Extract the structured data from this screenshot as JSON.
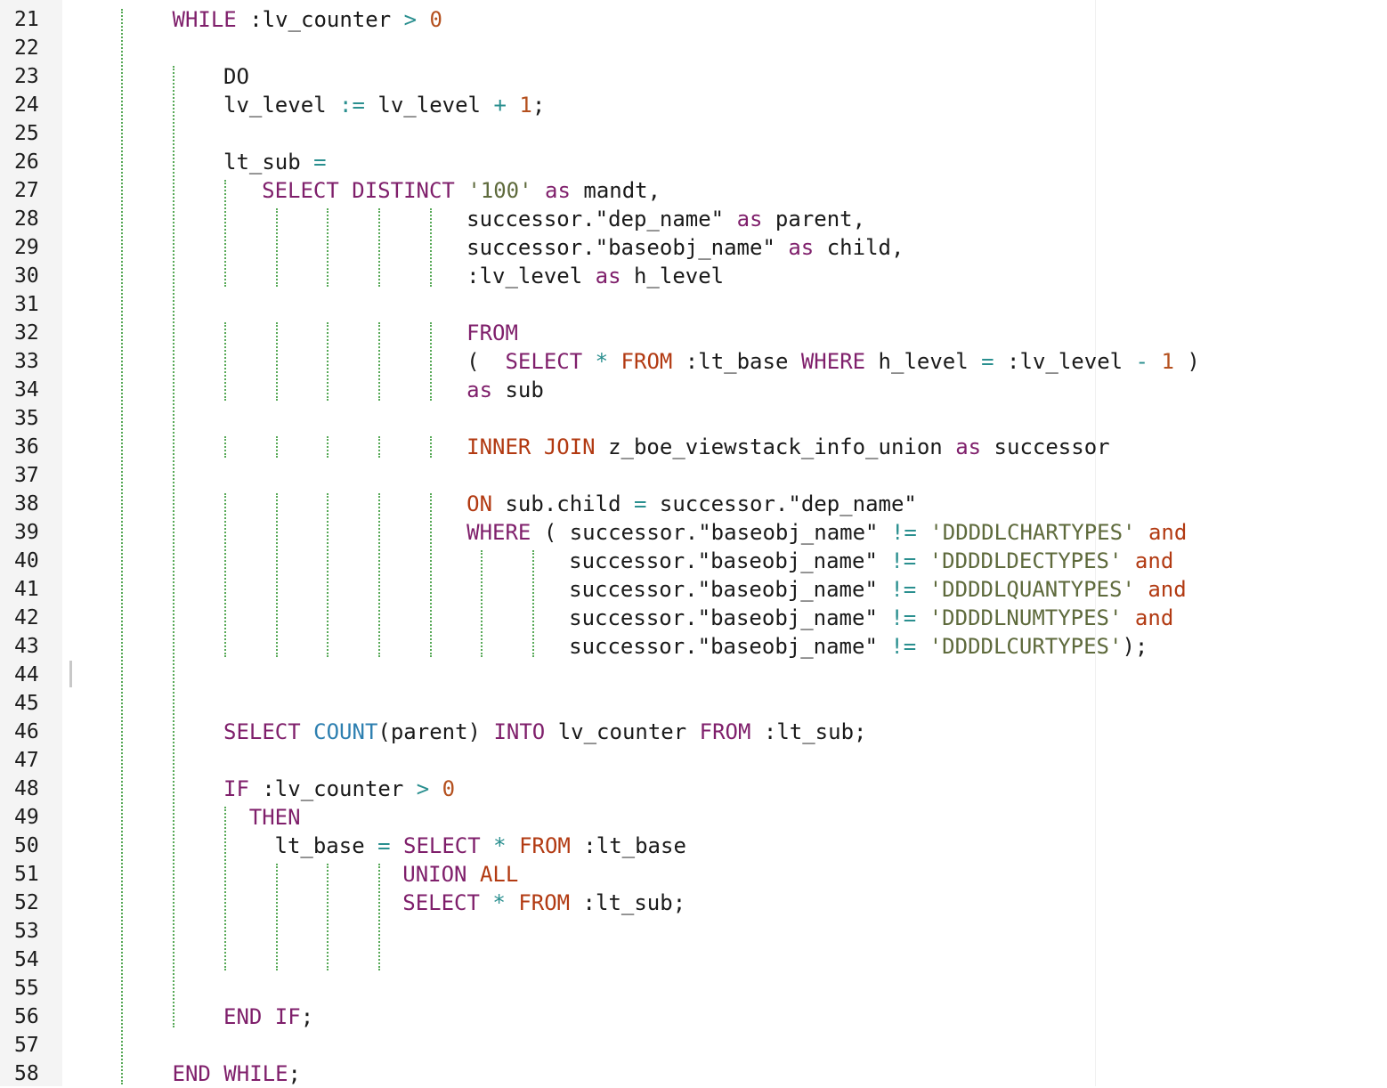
{
  "editor": {
    "lines": [
      {
        "n": "21",
        "indent": 1,
        "guides": [],
        "tokens": [
          [
            "kw",
            "WHILE"
          ],
          [
            "p",
            " :lv_counter "
          ],
          [
            "op",
            ">"
          ],
          [
            "p",
            " "
          ],
          [
            "num",
            "0"
          ]
        ]
      },
      {
        "n": "22",
        "indent": 0,
        "guides": [],
        "tokens": []
      },
      {
        "n": "23",
        "indent": 2,
        "guides": [],
        "tokens": [
          [
            "p",
            "DO"
          ]
        ]
      },
      {
        "n": "24",
        "indent": 2,
        "guides": [],
        "tokens": [
          [
            "p",
            "lv_level "
          ],
          [
            "op",
            ":="
          ],
          [
            "p",
            " lv_level "
          ],
          [
            "op",
            "+"
          ],
          [
            "p",
            " "
          ],
          [
            "num",
            "1"
          ],
          [
            "p",
            ";"
          ]
        ]
      },
      {
        "n": "25",
        "indent": 0,
        "guides": [],
        "tokens": []
      },
      {
        "n": "26",
        "indent": 2,
        "guides": [],
        "tokens": [
          [
            "p",
            "lt_sub "
          ],
          [
            "op",
            "="
          ]
        ]
      },
      {
        "n": "27",
        "indent": 2.75,
        "guides": [],
        "tokens": [
          [
            "kw",
            "SELECT DISTINCT"
          ],
          [
            "p",
            " "
          ],
          [
            "str",
            "'100'"
          ],
          [
            "p",
            " "
          ],
          [
            "kw",
            "as"
          ],
          [
            "p",
            " mandt,"
          ]
        ]
      },
      {
        "n": "28",
        "indent": 6.75,
        "guides": [],
        "tokens": [
          [
            "p",
            "successor.\"dep_name\" "
          ],
          [
            "kw",
            "as"
          ],
          [
            "p",
            " parent,"
          ]
        ]
      },
      {
        "n": "29",
        "indent": 6.75,
        "guides": [],
        "tokens": [
          [
            "p",
            "successor.\"baseobj_name\" "
          ],
          [
            "kw",
            "as"
          ],
          [
            "p",
            " child,"
          ]
        ]
      },
      {
        "n": "30",
        "indent": 6.75,
        "guides": [],
        "tokens": [
          [
            "p",
            ":lv_level "
          ],
          [
            "kw",
            "as"
          ],
          [
            "p",
            " h_level"
          ]
        ]
      },
      {
        "n": "31",
        "indent": 0,
        "guides": [],
        "tokens": []
      },
      {
        "n": "32",
        "indent": 6.75,
        "guides": [],
        "tokens": [
          [
            "kw",
            "FROM"
          ]
        ]
      },
      {
        "n": "33",
        "indent": 6.75,
        "guides": [],
        "tokens": [
          [
            "p",
            "(  "
          ],
          [
            "kw",
            "SELECT"
          ],
          [
            "p",
            " "
          ],
          [
            "op",
            "*"
          ],
          [
            "p",
            " "
          ],
          [
            "ka",
            "FROM"
          ],
          [
            "p",
            " :lt_base "
          ],
          [
            "kw",
            "WHERE"
          ],
          [
            "p",
            " h_level "
          ],
          [
            "op",
            "="
          ],
          [
            "p",
            " :lv_level "
          ],
          [
            "op",
            "-"
          ],
          [
            "p",
            " "
          ],
          [
            "num",
            "1"
          ],
          [
            "p",
            " )"
          ]
        ]
      },
      {
        "n": "34",
        "indent": 6.75,
        "guides": [],
        "tokens": [
          [
            "kw",
            "as"
          ],
          [
            "p",
            " sub"
          ]
        ]
      },
      {
        "n": "35",
        "indent": 0,
        "guides": [],
        "tokens": []
      },
      {
        "n": "36",
        "indent": 6.75,
        "guides": [],
        "tokens": [
          [
            "ka",
            "INNER JOIN"
          ],
          [
            "p",
            " z_boe_viewstack_info_union "
          ],
          [
            "kw",
            "as"
          ],
          [
            "p",
            " successor"
          ]
        ]
      },
      {
        "n": "37",
        "indent": 0,
        "guides": [],
        "tokens": []
      },
      {
        "n": "38",
        "indent": 6.75,
        "guides": [],
        "tokens": [
          [
            "ka",
            "ON"
          ],
          [
            "p",
            " sub.child "
          ],
          [
            "op",
            "="
          ],
          [
            "p",
            " successor.\"dep_name\""
          ]
        ]
      },
      {
        "n": "39",
        "indent": 6.75,
        "guides": [],
        "tokens": [
          [
            "kw",
            "WHERE"
          ],
          [
            "p",
            " ( successor.\"baseobj_name\" "
          ],
          [
            "op",
            "!="
          ],
          [
            "p",
            " "
          ],
          [
            "str",
            "'DDDDLCHARTYPES'"
          ],
          [
            "p",
            " "
          ],
          [
            "ka",
            "and"
          ]
        ]
      },
      {
        "n": "40",
        "indent": 8.75,
        "guides": [],
        "tokens": [
          [
            "p",
            "successor.\"baseobj_name\" "
          ],
          [
            "op",
            "!="
          ],
          [
            "p",
            " "
          ],
          [
            "str",
            "'DDDDLDECTYPES'"
          ],
          [
            "p",
            " "
          ],
          [
            "ka",
            "and"
          ]
        ]
      },
      {
        "n": "41",
        "indent": 8.75,
        "guides": [],
        "tokens": [
          [
            "p",
            "successor.\"baseobj_name\" "
          ],
          [
            "op",
            "!="
          ],
          [
            "p",
            " "
          ],
          [
            "str",
            "'DDDDLQUANTYPES'"
          ],
          [
            "p",
            " "
          ],
          [
            "ka",
            "and"
          ]
        ]
      },
      {
        "n": "42",
        "indent": 8.75,
        "guides": [],
        "tokens": [
          [
            "p",
            "successor.\"baseobj_name\" "
          ],
          [
            "op",
            "!="
          ],
          [
            "p",
            " "
          ],
          [
            "str",
            "'DDDDLNUMTYPES'"
          ],
          [
            "p",
            " "
          ],
          [
            "ka",
            "and"
          ]
        ]
      },
      {
        "n": "43",
        "indent": 8.75,
        "guides": [],
        "tokens": [
          [
            "p",
            "successor.\"baseobj_name\" "
          ],
          [
            "op",
            "!="
          ],
          [
            "p",
            " "
          ],
          [
            "str",
            "'DDDDLCURTYPES'"
          ],
          [
            "p",
            ");"
          ]
        ]
      },
      {
        "n": "44",
        "indent": 0,
        "guides": [],
        "tokens": []
      },
      {
        "n": "45",
        "indent": 0,
        "guides": [],
        "tokens": []
      },
      {
        "n": "46",
        "indent": 2,
        "guides": [],
        "tokens": [
          [
            "kw",
            "SELECT"
          ],
          [
            "p",
            " "
          ],
          [
            "fn",
            "COUNT"
          ],
          [
            "p",
            "(parent) "
          ],
          [
            "kw",
            "INTO"
          ],
          [
            "p",
            " lv_counter "
          ],
          [
            "kw",
            "FROM"
          ],
          [
            "p",
            " :lt_sub;"
          ]
        ]
      },
      {
        "n": "47",
        "indent": 0,
        "guides": [],
        "tokens": []
      },
      {
        "n": "48",
        "indent": 2,
        "guides": [],
        "tokens": [
          [
            "kw",
            "IF"
          ],
          [
            "p",
            " :lv_counter "
          ],
          [
            "op",
            ">"
          ],
          [
            "p",
            " "
          ],
          [
            "num",
            "0"
          ]
        ]
      },
      {
        "n": "49",
        "indent": 2.5,
        "guides": [],
        "tokens": [
          [
            "kw",
            "THEN"
          ]
        ]
      },
      {
        "n": "50",
        "indent": 3,
        "guides": [],
        "tokens": [
          [
            "p",
            "lt_base "
          ],
          [
            "op",
            "="
          ],
          [
            "p",
            " "
          ],
          [
            "kw",
            "SELECT"
          ],
          [
            "p",
            " "
          ],
          [
            "op",
            "*"
          ],
          [
            "p",
            " "
          ],
          [
            "ka",
            "FROM"
          ],
          [
            "p",
            " :lt_base"
          ]
        ]
      },
      {
        "n": "51",
        "indent": 5.5,
        "guides": [],
        "tokens": [
          [
            "kw",
            "UNION"
          ],
          [
            "p",
            " "
          ],
          [
            "ka",
            "ALL"
          ]
        ]
      },
      {
        "n": "52",
        "indent": 5.5,
        "guides": [],
        "tokens": [
          [
            "kw",
            "SELECT"
          ],
          [
            "p",
            " "
          ],
          [
            "op",
            "*"
          ],
          [
            "p",
            " "
          ],
          [
            "ka",
            "FROM"
          ],
          [
            "p",
            " :lt_sub;"
          ]
        ]
      },
      {
        "n": "53",
        "indent": 0,
        "guides": [],
        "tokens": []
      },
      {
        "n": "54",
        "indent": 0,
        "guides": [],
        "tokens": []
      },
      {
        "n": "55",
        "indent": 0,
        "guides": [],
        "tokens": []
      },
      {
        "n": "56",
        "indent": 2,
        "guides": [],
        "tokens": [
          [
            "kw",
            "END IF"
          ],
          [
            "p",
            ";"
          ]
        ]
      },
      {
        "n": "57",
        "indent": 0,
        "guides": [],
        "tokens": []
      },
      {
        "n": "58",
        "indent": 1,
        "guides": [],
        "tokens": [
          [
            "kw",
            "END WHILE"
          ],
          [
            "p",
            ";"
          ]
        ]
      }
    ],
    "colors": {
      "keyword": "#7f1f6b",
      "keyword_alt": "#b23a12",
      "operator": "#2a8f8f",
      "number": "#b4501e",
      "string": "#5e6a3c",
      "function": "#2d7fb0",
      "guide": "#57a957"
    }
  }
}
